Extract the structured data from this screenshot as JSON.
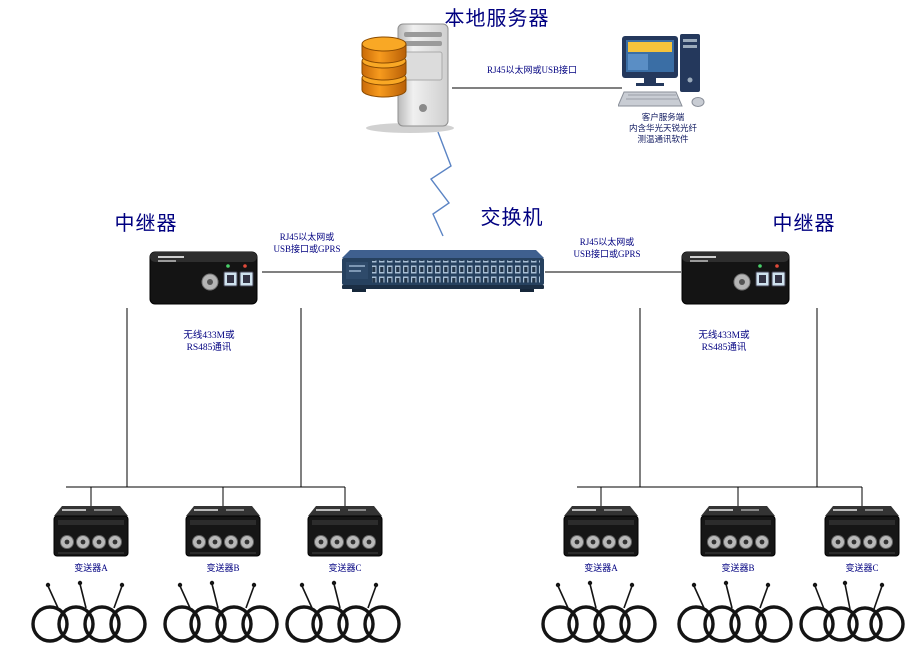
{
  "colors": {
    "text_navy": "#000080",
    "line": "#000000",
    "lightning": "#5b84c4",
    "switch_blue": "#26415f",
    "db_orange": "#e8820c"
  },
  "server": {
    "label": "本地服务器",
    "icon": "server-icon"
  },
  "server_pc_link": {
    "label": "RJ45以太网或USB接口"
  },
  "client_pc": {
    "icon": "desktop-computer-icon",
    "caption1": "客户服务端",
    "caption2": "内含华光天锐光纤",
    "caption3": "测温通讯软件"
  },
  "switch": {
    "label": "交换机",
    "icon": "network-switch-icon"
  },
  "left": {
    "repeater_label": "中继器",
    "repeater_icon": "repeater-device-icon",
    "link_line1": "RJ45以太网或",
    "link_line2": "USB接口或GPRS",
    "bus_line1": "无线433M或",
    "bus_line2": "RS485通讯",
    "transmitters": [
      {
        "label": "变送器A"
      },
      {
        "label": "变送器B"
      },
      {
        "label": "变送器C"
      }
    ]
  },
  "right": {
    "repeater_label": "中继器",
    "repeater_icon": "repeater-device-icon",
    "link_line1": "RJ45以太网或",
    "link_line2": "USB接口或GPRS",
    "bus_line1": "无线433M或",
    "bus_line2": "RS485通讯",
    "transmitters": [
      {
        "label": "变送器A"
      },
      {
        "label": "变送器B"
      },
      {
        "label": "变送器C"
      }
    ]
  }
}
